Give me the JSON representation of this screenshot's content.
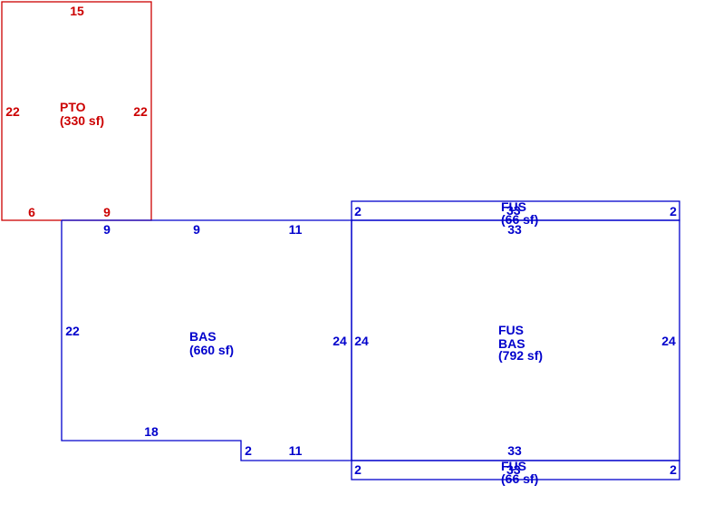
{
  "colors": {
    "patio": "#cc0000",
    "living": "#0000cc",
    "background": "#ffffff"
  },
  "areas": {
    "pto": {
      "code": "PTO",
      "size": "(330 sf)"
    },
    "bas_left": {
      "code": "BAS",
      "size": "(660 sf)"
    },
    "fus_bas": {
      "code_top": "FUS",
      "code_bottom": "BAS",
      "size": "(792 sf)"
    },
    "fus_strip_top": {
      "code_a": "FUS",
      "code_b": "33",
      "size": "(66 sf)"
    },
    "fus_strip_bottom": {
      "code_a": "FUS",
      "code_b": "33",
      "size": "(66 sf)"
    }
  },
  "dimensions": {
    "pto_top": "15",
    "pto_left": "22",
    "pto_right": "22",
    "pto_bottom_left": "6",
    "pto_bottom_right": "9",
    "bas_top_a": "9",
    "bas_top_b": "9",
    "bas_top_c": "11",
    "bas_left": "22",
    "bas_inner_right": "24",
    "bas_bottom": "18",
    "bas_step": "2",
    "bas_bottom_b": "11",
    "fus_left": "24",
    "fus_right": "24",
    "fus_top": "33",
    "fus_bottom": "33",
    "strip_top_left": "2",
    "strip_top_right": "2",
    "strip_bottom_left": "2",
    "strip_bottom_right": "2"
  }
}
